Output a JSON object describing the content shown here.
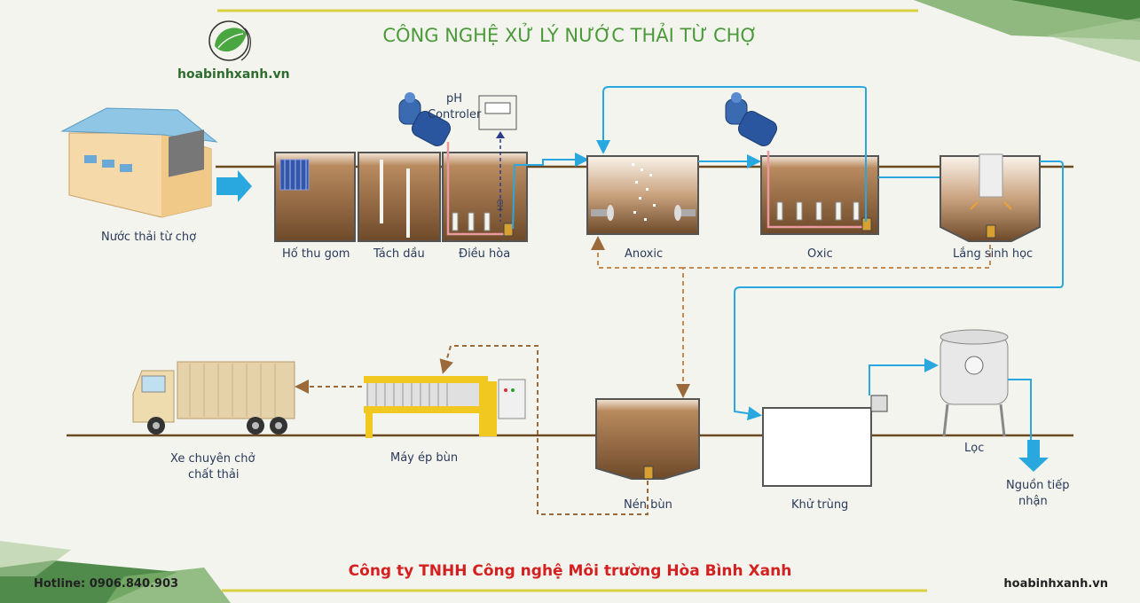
{
  "header": {
    "title": "CÔNG NGHỆ XỬ LÝ NƯỚC THẢI TỪ CHỢ",
    "logo_text": "hoabinhxanh.vn",
    "logo_icon": "leaf-globe-icon"
  },
  "stages_top": [
    {
      "id": "source",
      "label": "Nước thải từ chợ"
    },
    {
      "id": "collect",
      "label": "Hố thu gom"
    },
    {
      "id": "oil",
      "label": "Tách dầu"
    },
    {
      "id": "equal",
      "label": "Điều hòa"
    },
    {
      "id": "anoxic",
      "label": "Anoxic"
    },
    {
      "id": "oxic",
      "label": "Oxic"
    },
    {
      "id": "settle",
      "label": "Lắng sinh học"
    }
  ],
  "stages_bottom": [
    {
      "id": "truck",
      "label_line1": "Xe chuyên chở",
      "label_line2": "chất thải"
    },
    {
      "id": "press",
      "label": "Máy ép bùn"
    },
    {
      "id": "thicken",
      "label": "Nén bùn"
    },
    {
      "id": "disinfect",
      "label": "Khử trùng"
    },
    {
      "id": "filter",
      "label": "Lọc"
    },
    {
      "id": "receiver",
      "label_line1": "Nguồn tiếp",
      "label_line2": "nhận"
    }
  ],
  "ph_controller": {
    "line1": "pH",
    "line2": "Controler",
    "probe": "CH"
  },
  "footer": {
    "company": "Công ty TNHH Công nghệ Môi trường Hòa Bình Xanh",
    "hotline": "Hotline: 0906.840.903",
    "website": "hoabinhxanh.vn"
  },
  "colors": {
    "title_green": "#4a9a3a",
    "water_blue": "#29a8e0",
    "sludge_brown": "#9a6a3a",
    "company_red": "#d42020",
    "ground_line": "#6b4a22"
  }
}
